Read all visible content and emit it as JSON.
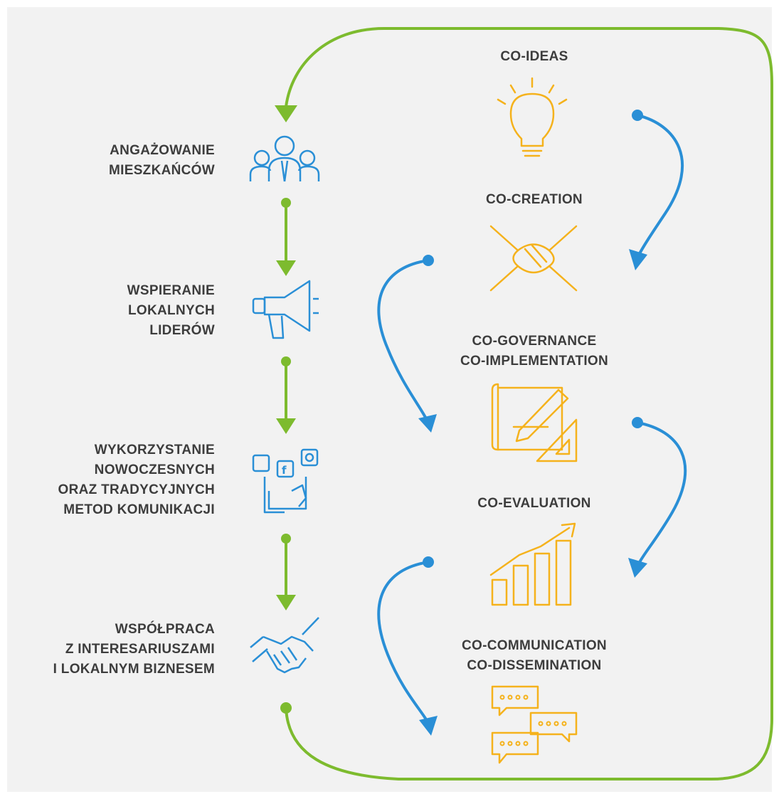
{
  "colors": {
    "green": "#7dbb2e",
    "blue": "#2a8fd6",
    "orange": "#f5b21c",
    "text": "#3d3d3d"
  },
  "left_steps": [
    {
      "lines": [
        "ANGAŻOWANIE",
        "MIESZKAŃCÓW"
      ],
      "icon": "people-group-icon"
    },
    {
      "lines": [
        "WSPIERANIE",
        "LOKALNYCH",
        "LIDERÓW"
      ],
      "icon": "megaphone-icon"
    },
    {
      "lines": [
        "WYKORZYSTANIE",
        "NOWOCZESNYCH",
        "ORAZ TRADYCYJNYCH",
        "METOD KOMUNIKACJI"
      ],
      "icon": "social-media-phone-icon"
    },
    {
      "lines": [
        "WSPÓŁPRACA",
        "Z INTERESARIUSZAMI",
        "I LOKALNYM BIZNESEM"
      ],
      "icon": "handshake-icon"
    }
  ],
  "right_stages": [
    {
      "lines": [
        "CO-IDEAS"
      ],
      "icon": "lightbulb-icon"
    },
    {
      "lines": [
        "CO-CREATION"
      ],
      "icon": "joined-hands-icon"
    },
    {
      "lines": [
        "CO-GOVERNANCE",
        "CO-IMPLEMENTATION"
      ],
      "icon": "blueprint-pencil-icon"
    },
    {
      "lines": [
        "CO-EVALUATION"
      ],
      "icon": "growth-bar-chart-icon"
    },
    {
      "lines": [
        "CO-COMMUNICATION",
        "CO-DISSEMINATION"
      ],
      "icon": "speech-bubbles-icon"
    }
  ]
}
